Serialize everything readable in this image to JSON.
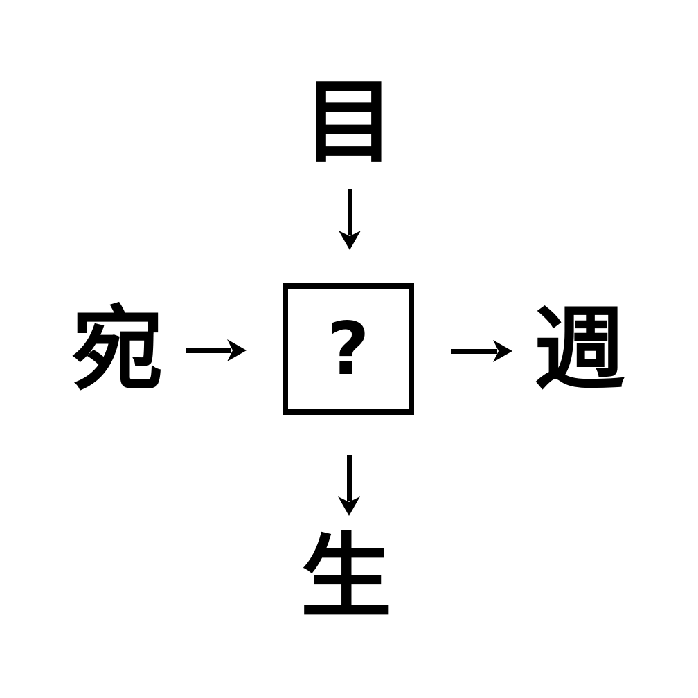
{
  "page": {
    "background_color": "#ffffff",
    "ink_color": "#000000"
  },
  "puzzle": {
    "type": "kanji-fill-in-the-blank",
    "top": "目",
    "left": "宛",
    "right": "週",
    "bottom": "生",
    "center": {
      "label": "?"
    },
    "arrows": [
      {
        "id": "top-to-center",
        "direction": "down"
      },
      {
        "id": "left-to-center",
        "direction": "right"
      },
      {
        "id": "center-to-right",
        "direction": "right"
      },
      {
        "id": "center-to-bottom",
        "direction": "down"
      }
    ]
  }
}
